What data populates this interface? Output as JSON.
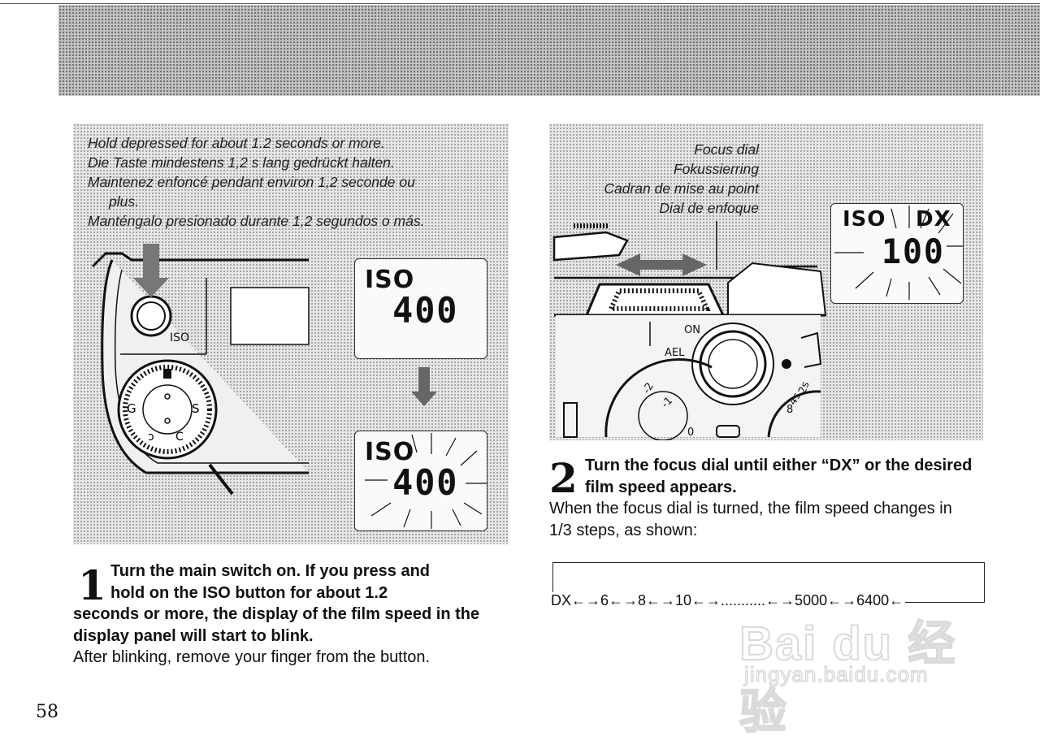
{
  "page_number": "58",
  "left_figure": {
    "caption_lines": [
      "Hold depressed for about 1.2 seconds or more.",
      "Die Taste mindestens 1,2 s lang gedrückt halten.",
      "Maintenez enfoncé pendant environ 1,2 seconde ou",
      "plus.",
      "Manténgalo presionado durante 1,2 segundos o más."
    ],
    "button_label": "ISO",
    "dial_letters": [
      "G",
      "S",
      "C",
      "ↄ"
    ],
    "lcd_top": {
      "label": "ISO",
      "value": "400"
    },
    "lcd_bottom": {
      "label": "ISO",
      "value": "400"
    }
  },
  "right_figure": {
    "caption_lines": [
      "Focus dial",
      "Fokussierring",
      "Cadran de mise au point",
      "Dial de enfoque"
    ],
    "camera_labels": [
      "ON",
      "AEL",
      "2s",
      "4s",
      "8",
      "-2",
      "-1",
      "0"
    ],
    "lcd": {
      "label": "ISO",
      "mode": "DX",
      "value": "100"
    }
  },
  "step1": {
    "number": "1",
    "heading_line1": "Turn the main switch on.  If you press and",
    "heading_line2": "hold on the ISO button for about 1.2",
    "heading_rest": "seconds or more, the display of the film speed in the display panel will start to blink.",
    "body": "After blinking, remove your finger from the button."
  },
  "step2": {
    "number": "2",
    "heading": "Turn the focus dial until either “DX” or the desired film speed appears.",
    "body": "When the focus dial is turned, the film speed changes in 1/3 steps, as shown:"
  },
  "sequence": "DX←→6←→8←→10←→...........←→5000←→6400←",
  "watermark": {
    "main": "Bai du 经验",
    "sub": "jingyan.baidu.com"
  }
}
